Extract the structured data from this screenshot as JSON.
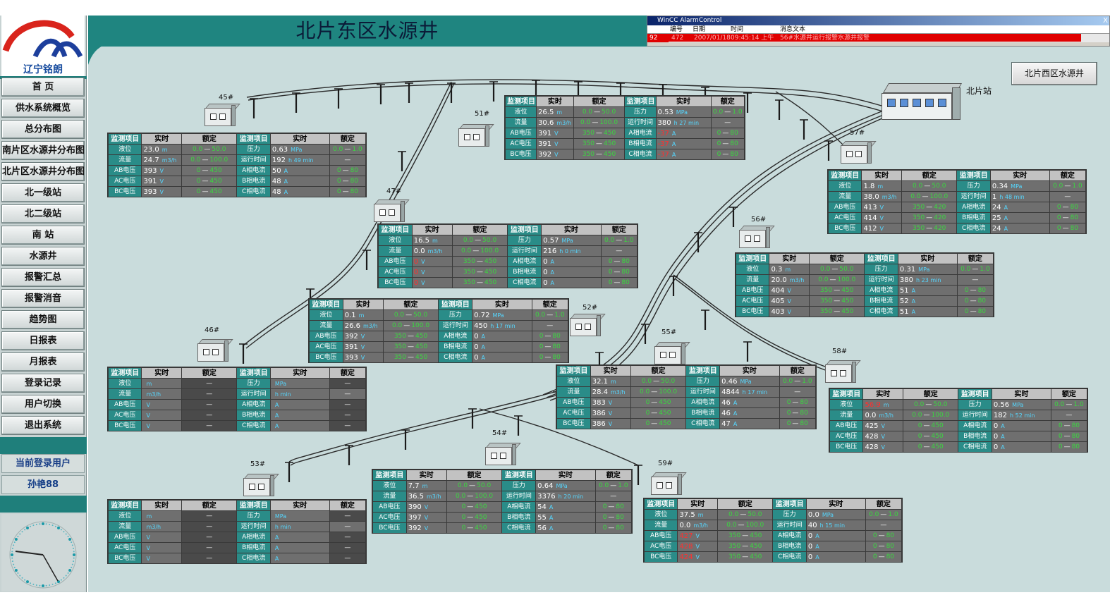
{
  "window": {
    "title": "北片东区水源井"
  },
  "brand": {
    "name": "辽宁铭朗"
  },
  "nav": {
    "items": [
      "首 页",
      "供水系统概览",
      "总分布图",
      "南片区水源井分布图",
      "北片区水源井分布图",
      "北一级站",
      "北二级站",
      "南 站",
      "水源井",
      "报警汇总",
      "报警消音",
      "趋势图",
      "日报表",
      "月报表",
      "登录记录",
      "用户切换",
      "退出系统"
    ]
  },
  "user": {
    "label": "当前登录用户",
    "name": "孙艳88"
  },
  "alarm": {
    "title": "WinCC AlarmControl",
    "close": "X",
    "cols": [
      "编号",
      "日期",
      "时间",
      "消息文本"
    ],
    "row": {
      "num": "92",
      "id": "472",
      "date": "2007/01/18",
      "time": "09:45:14 上午",
      "text": "56#水源井运行报警水源井报警"
    }
  },
  "west_button": "北片西区水源井",
  "station_label": "北片站",
  "panel_headers": {
    "item": "监测项目",
    "real": "实时",
    "rated": "额定"
  },
  "wells": [
    {
      "id": "45#",
      "rows": [
        [
          "液位",
          "23.0",
          "m",
          "0.0",
          "50.0",
          "压力",
          "0.63",
          "MPa",
          "0.0",
          "1.0"
        ],
        [
          "流量",
          "24.7",
          "m3/h",
          "0.0",
          "100.0",
          "运行时间",
          "192",
          "h 49 min",
          "",
          ""
        ],
        [
          "AB电压",
          "393",
          "V",
          "0",
          "450",
          "A相电流",
          "50",
          "A",
          "0",
          "80"
        ],
        [
          "AC电压",
          "391",
          "V",
          "0",
          "450",
          "B相电流",
          "48",
          "A",
          "0",
          "80"
        ],
        [
          "BC电压",
          "393",
          "V",
          "0",
          "450",
          "C相电流",
          "48",
          "A",
          "0",
          "80"
        ]
      ]
    },
    {
      "id": "51#",
      "rows": [
        [
          "液位",
          "26.5",
          "m",
          "0.0",
          "50.0",
          "压力",
          "0.53",
          "MPa",
          "0.0",
          "1.0"
        ],
        [
          "流量",
          "30.6",
          "m3/h",
          "0.0",
          "100.0",
          "运行时间",
          "380",
          "h 27 min",
          "",
          ""
        ],
        [
          "AB电压",
          "391",
          "V",
          "350",
          "450",
          "A相电流",
          "-37",
          "A",
          "0",
          "80"
        ],
        [
          "AC电压",
          "391",
          "V",
          "350",
          "450",
          "B相电流",
          "-37",
          "A",
          "0",
          "80"
        ],
        [
          "BC电压",
          "392",
          "V",
          "350",
          "450",
          "C相电流",
          "-37",
          "A",
          "0",
          "80"
        ]
      ]
    },
    {
      "id": "57#",
      "rows": [
        [
          "液位",
          "1.8",
          "m",
          "0.0",
          "50.0",
          "压力",
          "0.34",
          "MPa",
          "0.0",
          "1.0"
        ],
        [
          "流量",
          "38.0",
          "m3/h",
          "0.0",
          "100.0",
          "运行时间",
          "1",
          "h 48 min",
          "",
          ""
        ],
        [
          "AB电压",
          "413",
          "V",
          "350",
          "420",
          "A相电流",
          "24",
          "A",
          "0",
          "80"
        ],
        [
          "AC电压",
          "414",
          "V",
          "350",
          "420",
          "B相电流",
          "25",
          "A",
          "0",
          "80"
        ],
        [
          "BC电压",
          "412",
          "V",
          "350",
          "420",
          "C相电流",
          "24",
          "A",
          "0",
          "80"
        ]
      ]
    },
    {
      "id": "47#",
      "rows": [
        [
          "液位",
          "16.5",
          "m",
          "0.0",
          "50.0",
          "压力",
          "0.57",
          "MPa",
          "0.0",
          "1.0"
        ],
        [
          "流量",
          "0.0",
          "m3/h",
          "0.0",
          "100.0",
          "运行时间",
          "216",
          "h 0 min",
          "",
          ""
        ],
        [
          "AB电压",
          "0",
          "V",
          "350",
          "450",
          "A相电流",
          "0",
          "A",
          "0",
          "80"
        ],
        [
          "AC电压",
          "0",
          "V",
          "350",
          "450",
          "B相电流",
          "0",
          "A",
          "0",
          "80"
        ],
        [
          "BC电压",
          "0",
          "V",
          "350",
          "450",
          "C相电流",
          "0",
          "A",
          "0",
          "80"
        ]
      ]
    },
    {
      "id": "56#",
      "rows": [
        [
          "液位",
          "0.3",
          "m",
          "0.0",
          "50.0",
          "压力",
          "0.31",
          "MPa",
          "0.0",
          "1.0"
        ],
        [
          "流量",
          "20.0",
          "m3/h",
          "0.0",
          "100.0",
          "运行时间",
          "380",
          "h 23 min",
          "",
          ""
        ],
        [
          "AB电压",
          "404",
          "V",
          "350",
          "450",
          "A相电流",
          "51",
          "A",
          "0",
          "80"
        ],
        [
          "AC电压",
          "405",
          "V",
          "350",
          "450",
          "B相电流",
          "52",
          "A",
          "0",
          "80"
        ],
        [
          "BC电压",
          "403",
          "V",
          "350",
          "450",
          "C相电流",
          "51",
          "A",
          "0",
          "80"
        ]
      ]
    },
    {
      "id": "52#",
      "rows": [
        [
          "液位",
          "0.1",
          "m",
          "0.0",
          "50.0",
          "压力",
          "0.72",
          "MPa",
          "0.0",
          "1.0"
        ],
        [
          "流量",
          "26.6",
          "m3/h",
          "0.0",
          "100.0",
          "运行时间",
          "450",
          "h 17 min",
          "",
          ""
        ],
        [
          "AB电压",
          "392",
          "V",
          "350",
          "450",
          "A相电流",
          "0",
          "A",
          "0",
          "80"
        ],
        [
          "AC电压",
          "391",
          "V",
          "350",
          "450",
          "B相电流",
          "0",
          "A",
          "0",
          "80"
        ],
        [
          "BC电压",
          "393",
          "V",
          "350",
          "450",
          "C相电流",
          "0",
          "A",
          "0",
          "80"
        ]
      ]
    },
    {
      "id": "46#",
      "rows": [
        [
          "液位",
          "",
          "m",
          "",
          "",
          "压力",
          "",
          "MPa",
          "",
          ""
        ],
        [
          "流量",
          "",
          "m3/h",
          "",
          "",
          "运行时间",
          "",
          "h  min",
          "",
          ""
        ],
        [
          "AB电压",
          "",
          "V",
          "",
          "",
          "A相电流",
          "",
          "A",
          "",
          ""
        ],
        [
          "AC电压",
          "",
          "V",
          "",
          "",
          "B相电流",
          "",
          "A",
          "",
          ""
        ],
        [
          "BC电压",
          "",
          "V",
          "",
          "",
          "C相电流",
          "",
          "A",
          "",
          ""
        ]
      ]
    },
    {
      "id": "55#",
      "rows": [
        [
          "液位",
          "32.1",
          "m",
          "0.0",
          "50.0",
          "压力",
          "0.46",
          "MPa",
          "0.0",
          "1.0"
        ],
        [
          "流量",
          "28.4",
          "m3/h",
          "0.0",
          "100.0",
          "运行时间",
          "4844",
          "h 17 min",
          "",
          ""
        ],
        [
          "AB电压",
          "383",
          "V",
          "0",
          "450",
          "A相电流",
          "46",
          "A",
          "0",
          "80"
        ],
        [
          "AC电压",
          "386",
          "V",
          "0",
          "450",
          "B相电流",
          "46",
          "A",
          "0",
          "80"
        ],
        [
          "BC电压",
          "386",
          "V",
          "0",
          "450",
          "C相电流",
          "47",
          "A",
          "0",
          "80"
        ]
      ]
    },
    {
      "id": "58#",
      "rows": [
        [
          "液位",
          "56.9",
          "m",
          "0.0",
          "50.0",
          "压力",
          "0.56",
          "MPa",
          "0.0",
          "1.0"
        ],
        [
          "流量",
          "0.0",
          "m3/h",
          "0.0",
          "100.0",
          "运行时间",
          "182",
          "h 52 min",
          "",
          ""
        ],
        [
          "AB电压",
          "425",
          "V",
          "0",
          "450",
          "A相电流",
          "0",
          "A",
          "0",
          "80"
        ],
        [
          "AC电压",
          "428",
          "V",
          "0",
          "450",
          "B相电流",
          "0",
          "A",
          "0",
          "80"
        ],
        [
          "BC电压",
          "428",
          "V",
          "0",
          "450",
          "C相电流",
          "0",
          "A",
          "0",
          "80"
        ]
      ]
    },
    {
      "id": "54#",
      "rows": [
        [
          "液位",
          "7.7",
          "m",
          "0.0",
          "50.0",
          "压力",
          "0.64",
          "MPa",
          "0.0",
          "1.0"
        ],
        [
          "流量",
          "36.5",
          "m3/h",
          "0.0",
          "100.0",
          "运行时间",
          "3376",
          "h 20 min",
          "",
          ""
        ],
        [
          "AB电压",
          "390",
          "V",
          "0",
          "450",
          "A相电流",
          "54",
          "A",
          "0",
          "80"
        ],
        [
          "AC电压",
          "397",
          "V",
          "0",
          "450",
          "B相电流",
          "55",
          "A",
          "0",
          "80"
        ],
        [
          "BC电压",
          "392",
          "V",
          "0",
          "450",
          "C相电流",
          "56",
          "A",
          "0",
          "80"
        ]
      ]
    },
    {
      "id": "53#",
      "rows": [
        [
          "液位",
          "",
          "m",
          "",
          "",
          "压力",
          "",
          "MPa",
          "",
          ""
        ],
        [
          "流量",
          "",
          "m3/h",
          "",
          "",
          "运行时间",
          "",
          "h  min",
          "",
          ""
        ],
        [
          "AB电压",
          "",
          "V",
          "",
          "",
          "A相电流",
          "",
          "A",
          "",
          ""
        ],
        [
          "AC电压",
          "",
          "V",
          "",
          "",
          "B相电流",
          "",
          "A",
          "",
          ""
        ],
        [
          "BC电压",
          "",
          "V",
          "",
          "",
          "C相电流",
          "",
          "A",
          "",
          ""
        ]
      ]
    },
    {
      "id": "59#",
      "rows": [
        [
          "液位",
          "37.5",
          "m",
          "0.0",
          "50.0",
          "压力",
          "0.0",
          "MPa",
          "0.0",
          "1.0"
        ],
        [
          "流量",
          "0.0",
          "m3/h",
          "0.0",
          "100.0",
          "运行时间",
          "40",
          "h 15 min",
          "",
          ""
        ],
        [
          "AB电压",
          "427",
          "V",
          "350",
          "450",
          "A相电流",
          "0",
          "A",
          "0",
          "80"
        ],
        [
          "AC电压",
          "428",
          "V",
          "350",
          "450",
          "B相电流",
          "0",
          "A",
          "0",
          "80"
        ],
        [
          "BC电压",
          "424",
          "V",
          "350",
          "450",
          "C相电流",
          "0",
          "A",
          "0",
          "80"
        ]
      ]
    }
  ],
  "colors": {
    "teal": "#1f8580",
    "bg": "#c9dcdc",
    "alarm_red": "#e00000",
    "value_green": "#3bd640"
  }
}
